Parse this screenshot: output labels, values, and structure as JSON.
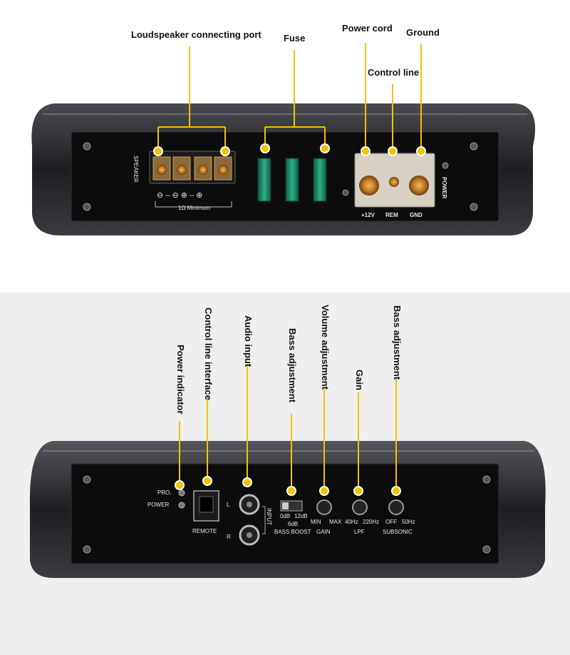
{
  "top_panel": {
    "labels": {
      "speaker_port": "Loudspeaker connecting port",
      "fuse": "Fuse",
      "power_cord": "Power cord",
      "ground": "Ground",
      "control_line": "Control line"
    },
    "silkscreen": {
      "speaker": "SPEAKER",
      "polarity": "⊖ – ⊖  ⊕ – ⊕",
      "min_ohm": "1Ω Minimum",
      "v12": "+12V",
      "rem": "REM",
      "gnd": "GND",
      "power": "POWER"
    }
  },
  "bottom_panel": {
    "labels": {
      "power_indicator": "Power indicator",
      "control_interface": "Control line interface",
      "audio_input": "Audio input",
      "bass_adjust_1": "Bass adjustment",
      "volume_adjust": "Volume adjustment",
      "gain": "Gain",
      "bass_adjust_2": "Bass adjustment"
    },
    "silkscreen": {
      "pro": "PRO.",
      "power": "POWER",
      "remote": "REMOTE",
      "l": "L",
      "r": "R",
      "input": "INPUT",
      "db0": "0dB",
      "db12": "12dB",
      "db6": "6dB",
      "bass_boost": "BASS BOOST",
      "min": "MIN",
      "max": "MAX",
      "gain": "GAIN",
      "hz40": "40Hz",
      "hz220": "220Hz",
      "lpf": "LPF",
      "off": "OFF",
      "hz50": "50Hz",
      "subsonic": "SUBSONIC"
    }
  },
  "colors": {
    "callout": "#f2c200",
    "chassis": "#2a2a2e",
    "faceplate": "#0c0c0d",
    "fuse": "#1f8a6c",
    "terminal": "#c98b3a"
  }
}
